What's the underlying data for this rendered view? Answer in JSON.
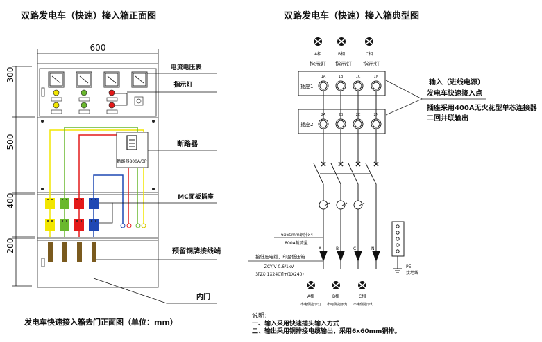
{
  "left": {
    "title": "双路发电车（快速）接入箱正面图",
    "caption": "发电车快速接入箱去门正面图（单位：mm）",
    "width_dim": "600",
    "height_dims": [
      "300",
      "500",
      "400",
      "200"
    ],
    "callouts": {
      "meters": "电流电压表",
      "indicators": "指示灯",
      "breaker": "断路器",
      "sockets": "MC面板插座",
      "busbar": "预留铜牌接线端",
      "door": "内门"
    },
    "breaker_label": "断路器800A/3P",
    "colors": {
      "yellow": "#f2e600",
      "green": "#6ab82e",
      "red": "#e41a1a",
      "blue": "#1f48b4",
      "copper": "#7a5a1e"
    }
  },
  "right": {
    "title": "双路发电车（快速）接入箱典型图",
    "top_lamps": [
      {
        "phase": "A相",
        "label": "指示灯"
      },
      {
        "phase": "B相",
        "label": "指示灯"
      },
      {
        "phase": "C相",
        "label": "指示灯"
      }
    ],
    "socket1": {
      "name": "插座1",
      "terminals": [
        "1A",
        "1B",
        "1C",
        "1N"
      ]
    },
    "socket2": {
      "name": "插座2",
      "terminals": [
        "2A",
        "2B",
        "2C",
        "2N"
      ]
    },
    "input_notes": [
      "输入（进线电源）",
      "发电车快速接入点",
      "插座采用400A无火花型单芯连接器",
      "二回并联输出"
    ],
    "phases": [
      "A",
      "B",
      "C",
      "N"
    ],
    "busbar_note": "-6x60mm铜排x4",
    "busbar_rating": "800A载流量",
    "cable_note": "接低压电缆，印至低压箱",
    "cable_spec_1": "ZCYJV 0.6/1kV-",
    "cable_spec_2": "3[2X(1X240)]+(1X240)",
    "pe_label": "PE",
    "pe_sub": "接地线",
    "bottom_lamps": [
      {
        "phase": "A相",
        "label": "市电侧指示灯"
      },
      {
        "phase": "B相",
        "label": "市电侧指示灯"
      },
      {
        "phase": "C相",
        "label": "市电侧指示灯"
      }
    ],
    "notes_title": "说明：",
    "notes": [
      "一、输入采用快速插头输入方式",
      "二、输出采用铜排接电缆输出，采用6x60mm铜排。"
    ]
  }
}
